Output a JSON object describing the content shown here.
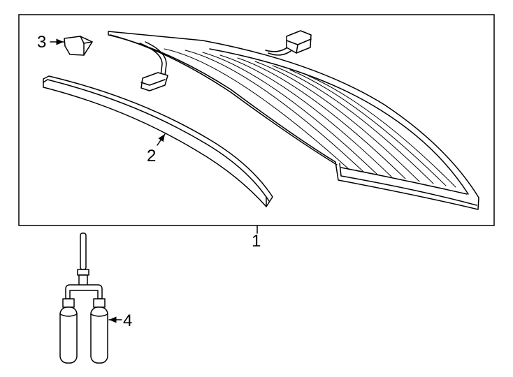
{
  "callouts": {
    "rear_window_assembly": "1",
    "weatherstrip": "2",
    "clip": "3",
    "adhesive_kit": "4"
  }
}
